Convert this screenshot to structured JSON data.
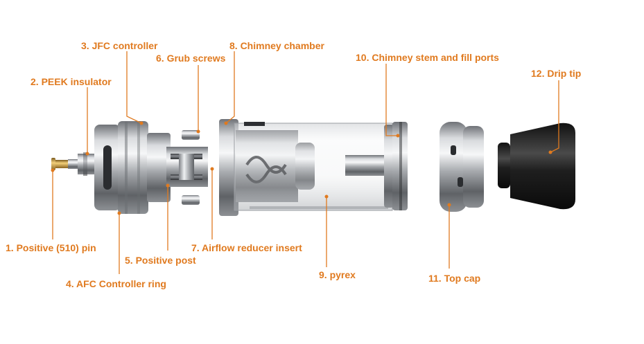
{
  "accent_color": "#e07a1f",
  "labels": {
    "l1": "1.  Positive (510) pin",
    "l2": "2.  PEEK insulator",
    "l3": "3.  JFC controller",
    "l4": "4.  AFC Controller ring",
    "l5": "5.  Positive post",
    "l6": "6.  Grub screws",
    "l7": "7.  Airflow reducer insert",
    "l8": "8.  Chimney chamber",
    "l9": "9.  pyrex",
    "l10": "10.  Chimney stem and fill ports",
    "l11": "11.  Top cap",
    "l12": "12.  Drip tip"
  }
}
